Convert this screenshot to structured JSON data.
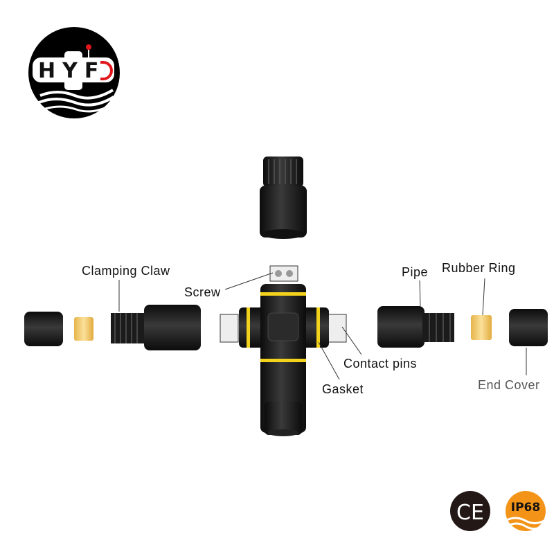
{
  "logo": {
    "text": "HYFD"
  },
  "labels": {
    "clamping_claw": "Clamping Claw",
    "screw": "Screw",
    "pipe": "Pipe",
    "rubber_ring": "Rubber Ring",
    "contact_pins": "Contact pins",
    "gasket": "Gasket",
    "end_cover": "End Cover"
  },
  "badges": {
    "ce": "CE",
    "ip": "IP68"
  },
  "colors": {
    "body": "#1a1a1a",
    "gasket": "#f2d21a",
    "ring": "#f1c766",
    "ip_orange": "#f39419",
    "logo_red": "#e0161b"
  }
}
